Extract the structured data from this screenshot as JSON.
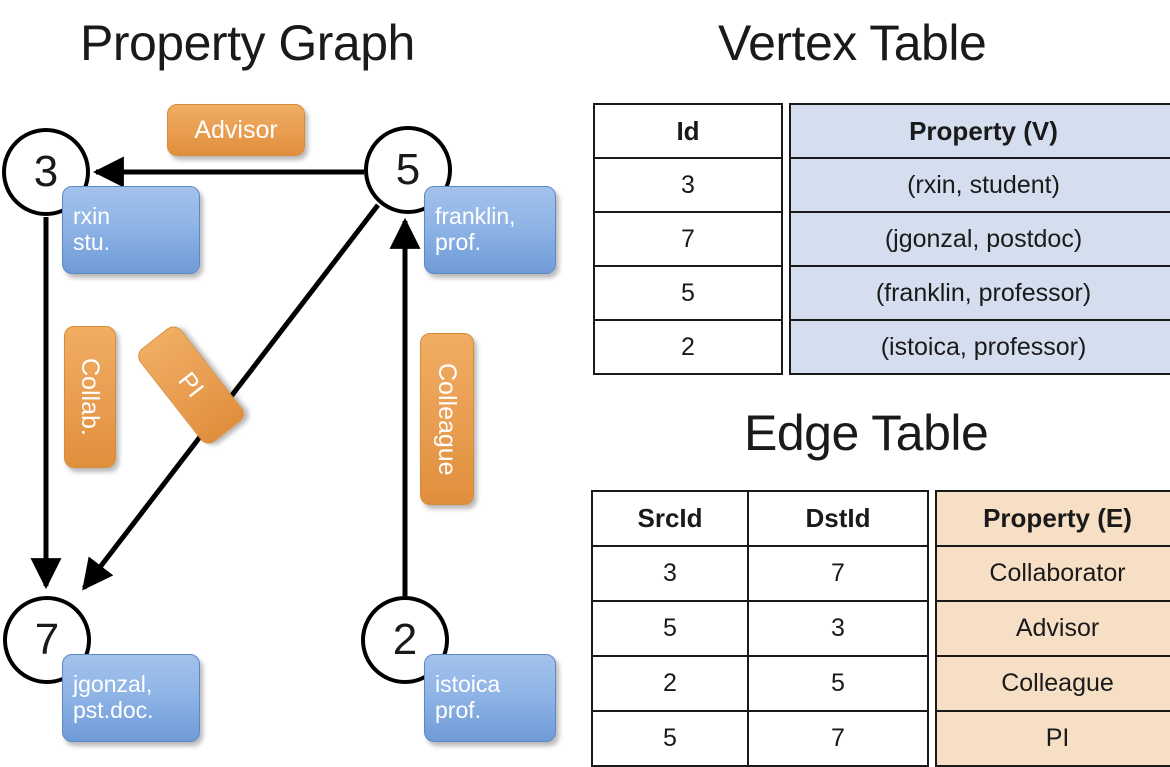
{
  "titles": {
    "property_graph": "Property Graph",
    "vertex_table": "Vertex Table",
    "edge_table": "Edge Table"
  },
  "graph": {
    "nodes": [
      {
        "id": "3",
        "label": "rxin\nstu.",
        "line1": "rxin",
        "line2": "stu."
      },
      {
        "id": "5",
        "label": "franklin, prof.",
        "line1": "franklin,",
        "line2": "prof."
      },
      {
        "id": "7",
        "label": "jgonzal, pst.doc.",
        "line1": "jgonzal,",
        "line2": "pst.doc."
      },
      {
        "id": "2",
        "label": "istoica prof.",
        "line1": "istoica",
        "line2": "prof."
      }
    ],
    "edge_labels": [
      {
        "name": "advisor",
        "text": "Advisor"
      },
      {
        "name": "collab",
        "text": "Collab."
      },
      {
        "name": "pi",
        "text": "PI"
      },
      {
        "name": "colleague",
        "text": "Colleague"
      }
    ]
  },
  "vertex_table": {
    "headers": [
      "Id",
      "Property (V)"
    ],
    "rows": [
      {
        "id": "3",
        "property": "(rxin, student)"
      },
      {
        "id": "7",
        "property": "(jgonzal, postdoc)"
      },
      {
        "id": "5",
        "property": "(franklin, professor)"
      },
      {
        "id": "2",
        "property": "(istoica, professor)"
      }
    ]
  },
  "edge_table": {
    "headers": [
      "SrcId",
      "DstId",
      "Property (E)"
    ],
    "rows": [
      {
        "src": "3",
        "dst": "7",
        "property": "Collaborator"
      },
      {
        "src": "5",
        "dst": "3",
        "property": "Advisor"
      },
      {
        "src": "2",
        "dst": "5",
        "property": "Colleague"
      },
      {
        "src": "5",
        "dst": "7",
        "property": "PI"
      }
    ]
  },
  "colors": {
    "vertex_property_fill": "#d4deef",
    "edge_property_fill": "#f6dfc5",
    "node_chip_blue": "#8fb4e6",
    "edge_chip_orange": "#eaa054",
    "line": "#000000"
  }
}
